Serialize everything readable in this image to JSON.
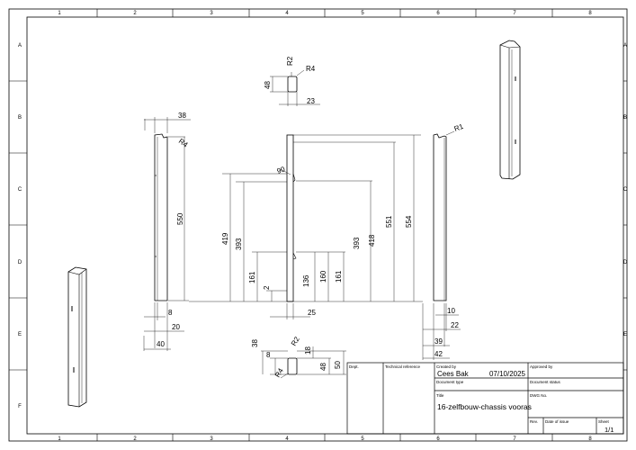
{
  "frame": {
    "columns": [
      "1",
      "2",
      "3",
      "4",
      "5",
      "6",
      "7",
      "8"
    ],
    "rows": [
      "A",
      "B",
      "C",
      "D",
      "E",
      "F"
    ]
  },
  "dimensions": {
    "top_part": {
      "radius_top": "R2",
      "radius_side": "R4",
      "height": "48",
      "width": "23"
    },
    "left_part": {
      "width_top": "38",
      "radius": "R4",
      "length": "550",
      "d1": "8",
      "d2": "20",
      "d3": "40"
    },
    "front_view": {
      "angle": "90",
      "h419": "419",
      "h393a": "393",
      "h161a": "161",
      "h2": "2",
      "h136": "136",
      "h160": "160",
      "h161b": "161",
      "h393b": "393",
      "h418": "418",
      "h551": "551",
      "h554": "554",
      "w25": "25"
    },
    "right_part": {
      "radius": "R1",
      "d1": "10",
      "d2": "22",
      "d3": "39",
      "d4": "42"
    },
    "bottom_part": {
      "h38": "38",
      "radius_top": "R2",
      "d8": "8",
      "d18": "18",
      "radius_side": "R4",
      "h48": "48",
      "h50": "50"
    }
  },
  "title_block": {
    "dept_label": "Dept.",
    "technical_reference_label": "Technical reference",
    "created_by_label": "Created by",
    "created_by_value": "Cees Bak",
    "date_value": "07/10/2025",
    "approved_by_label": "Approved by",
    "document_type_label": "Document type",
    "document_status_label": "Document status",
    "title_label": "Title",
    "title_value": "16-zelfbouw-chassis vooras",
    "dwg_no_label": "DWG No.",
    "rev_label": "Rev.",
    "date_of_issue_label": "Date of issue",
    "sheet_label": "Sheet",
    "sheet_value": "1/1"
  }
}
